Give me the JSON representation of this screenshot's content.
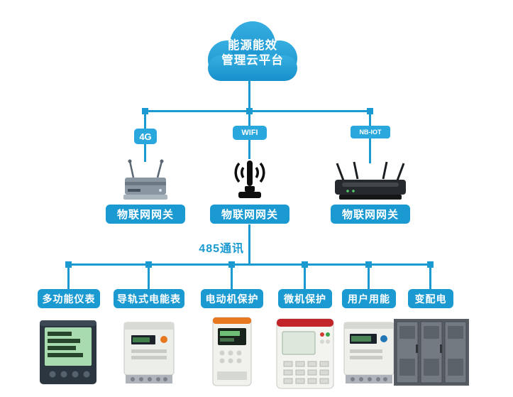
{
  "colors": {
    "primary_blue": "#1b9ad2",
    "badge_blue": "#2aa7dd",
    "cloud_blue_top": "#36aee0",
    "cloud_blue_bottom": "#1790cc",
    "label_text": "#ffffff"
  },
  "cloud": {
    "line1": "能源能效",
    "line2": "管理云平台"
  },
  "network": {
    "badges": [
      {
        "label": "4G"
      },
      {
        "label": "WIFI"
      },
      {
        "label": "NB-IOT"
      }
    ],
    "gateways": [
      {
        "label": "物联网网关"
      },
      {
        "label": "物联网网关"
      },
      {
        "label": "物联网网关"
      }
    ]
  },
  "bus": {
    "label": "485通讯"
  },
  "devices": [
    {
      "label": "多功能仪表"
    },
    {
      "label": "导轨式电能表"
    },
    {
      "label": "电动机保护"
    },
    {
      "label": "微机保护"
    },
    {
      "label": "用户用能"
    },
    {
      "label": "变配电"
    }
  ]
}
